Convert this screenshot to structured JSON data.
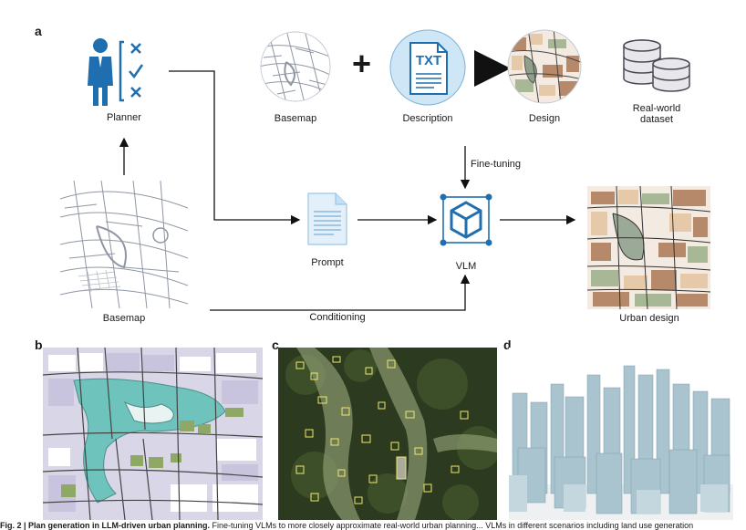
{
  "panels": {
    "a": "a",
    "b": "b",
    "c": "c",
    "d": "d"
  },
  "workflow": {
    "planner": "Planner",
    "basemap_top": "Basemap",
    "description": "Description",
    "txt_badge": "TXT",
    "design": "Design",
    "dataset": "Real-world\ndataset",
    "fine_tuning": "Fine-tuning",
    "prompt": "Prompt",
    "vlm": "VLM",
    "basemap_left": "Basemap",
    "conditioning": "Conditioning",
    "urban_design": "Urban design",
    "plus": "+"
  },
  "caption": {
    "lead": "Fig. 2 | Plan generation in LLM-driven urban planning.",
    "body": "Fine-tuning VLMs to more closely approximate real-world urban planning... VLMs in different scenarios including land use generation"
  },
  "colors": {
    "line_gray": "#9aa0ab",
    "planner_blue": "#1f6fb0",
    "vlm_blue": "#1f6fb0",
    "doc_blue": "#cfe6f6",
    "teal": "#6fc3bd",
    "land_brown": "#b5896a",
    "land_tan": "#e6c9a8",
    "land_green": "#a8b897",
    "lavender": "#c9c4de",
    "olive": "#8fa866",
    "satellite_dark": "#2c3a1f",
    "building_blue": "#a9c4cf"
  }
}
